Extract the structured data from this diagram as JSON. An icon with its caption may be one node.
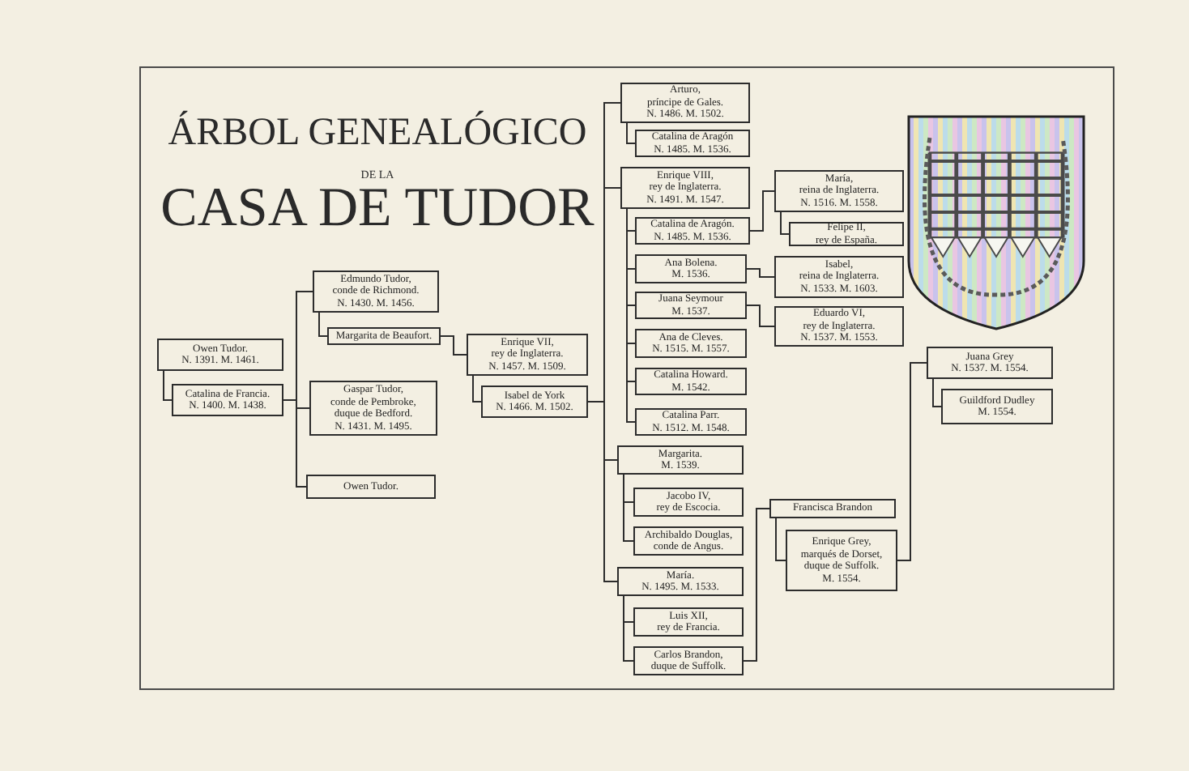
{
  "diagram": {
    "title": "ÁRBOL GENEALÓGICO DE LA CASA DE TUDOR",
    "nodes": [
      {
        "text": [
          "Owen Tudor.",
          "N. 1391. M. 1461."
        ]
      },
      {
        "text": [
          "Catalina de Francia.",
          "N. 1400. M. 1438."
        ]
      },
      {
        "text": [
          "Edmundo Tudor,",
          "conde de Richmond.",
          "N. 1430. M. 1456."
        ]
      },
      {
        "text": [
          "Margarita de Beaufort."
        ]
      },
      {
        "text": [
          "Gaspar Tudor,",
          "conde de Pembroke,",
          "duque de Bedford.",
          "N. 1431. M. 1495."
        ]
      },
      {
        "text": [
          "Owen Tudor."
        ]
      },
      {
        "text": [
          "Enrique VII,",
          "rey de Inglaterra.",
          "N. 1457. M. 1509."
        ]
      },
      {
        "text": [
          "Isabel de York",
          "N. 1466. M. 1502."
        ]
      },
      {
        "text": [
          "Arturo,",
          "príncipe de Gales.",
          "N. 1486. M. 1502."
        ]
      },
      {
        "text": [
          "Catalina de Aragón",
          "N. 1485. M. 1536."
        ]
      },
      {
        "text": [
          "Enrique VIII,",
          "rey de Inglaterra.",
          "N. 1491. M. 1547."
        ]
      },
      {
        "text": [
          "Catalina de Aragón.",
          "N. 1485. M. 1536."
        ]
      },
      {
        "text": [
          "Ana Bolena.",
          "M. 1536."
        ]
      },
      {
        "text": [
          "Juana Seymour",
          "M. 1537."
        ]
      },
      {
        "text": [
          "Ana de Cleves.",
          "N. 1515. M. 1557."
        ]
      },
      {
        "text": [
          "Catalina Howard.",
          "M. 1542."
        ]
      },
      {
        "text": [
          "Catalina Parr.",
          "N. 1512. M. 1548."
        ]
      },
      {
        "text": [
          "Margarita.",
          "M. 1539."
        ]
      },
      {
        "text": [
          "Jacobo IV,",
          "rey de Escocia."
        ]
      },
      {
        "text": [
          "Archibaldo Douglas,",
          "conde de Angus."
        ]
      },
      {
        "text": [
          "María.",
          "N. 1495. M. 1533."
        ]
      },
      {
        "text": [
          "Luis XII,",
          "rey de Francia."
        ]
      },
      {
        "text": [
          "Carlos Brandon,",
          "duque de Suffolk."
        ]
      },
      {
        "text": [
          "María,",
          "reina de Inglaterra.",
          "N. 1516. M. 1558."
        ]
      },
      {
        "text": [
          "Felipe II,",
          "rey de España."
        ]
      },
      {
        "text": [
          "Isabel,",
          "reina de Inglaterra.",
          "N. 1533. M. 1603."
        ]
      },
      {
        "text": [
          "Eduardo VI,",
          "rey de Inglaterra.",
          "N. 1537. M. 1553."
        ]
      },
      {
        "text": [
          "Francisca Brandon"
        ]
      },
      {
        "text": [
          "Enrique Grey,",
          "marqués de Dorset,",
          "duque de Suffolk.",
          "M. 1554."
        ]
      },
      {
        "text": [
          "Juana Grey",
          "N. 1537. M. 1554."
        ]
      },
      {
        "text": [
          "Guildford Dudley",
          "M. 1554."
        ]
      }
    ],
    "edges": [
      {
        "from": 0,
        "to": 1,
        "arrow": "none"
      },
      {
        "from": 1,
        "to": 2,
        "arrow": "none"
      },
      {
        "from": 1,
        "to": 4,
        "arrow": "none"
      },
      {
        "from": 1,
        "to": 5,
        "arrow": "none"
      },
      {
        "from": 2,
        "to": 3,
        "arrow": "none"
      },
      {
        "from": 3,
        "to": 6,
        "arrow": "none"
      },
      {
        "from": 6,
        "to": 7,
        "arrow": "none"
      },
      {
        "from": 7,
        "to": 8,
        "arrow": "none"
      },
      {
        "from": 7,
        "to": 10,
        "arrow": "none"
      },
      {
        "from": 7,
        "to": 17,
        "arrow": "none"
      },
      {
        "from": 7,
        "to": 20,
        "arrow": "none"
      },
      {
        "from": 8,
        "to": 9,
        "arrow": "none"
      },
      {
        "from": 10,
        "to": 11,
        "arrow": "none"
      },
      {
        "from": 10,
        "to": 12,
        "arrow": "none"
      },
      {
        "from": 10,
        "to": 13,
        "arrow": "none"
      },
      {
        "from": 10,
        "to": 14,
        "arrow": "none"
      },
      {
        "from": 10,
        "to": 15,
        "arrow": "none"
      },
      {
        "from": 10,
        "to": 16,
        "arrow": "none"
      },
      {
        "from": 11,
        "to": 23,
        "arrow": "none"
      },
      {
        "from": 12,
        "to": 25,
        "arrow": "none"
      },
      {
        "from": 13,
        "to": 26,
        "arrow": "none"
      },
      {
        "from": 23,
        "to": 24,
        "arrow": "none"
      },
      {
        "from": 17,
        "to": 18,
        "arrow": "none"
      },
      {
        "from": 17,
        "to": 19,
        "arrow": "none"
      },
      {
        "from": 20,
        "to": 21,
        "arrow": "none"
      },
      {
        "from": 20,
        "to": 22,
        "arrow": "none"
      },
      {
        "from": 22,
        "to": 27,
        "arrow": "none"
      },
      {
        "from": 27,
        "to": 28,
        "arrow": "none"
      },
      {
        "from": 28,
        "to": 29,
        "arrow": "none"
      },
      {
        "from": 29,
        "to": 30,
        "arrow": "none"
      }
    ]
  }
}
